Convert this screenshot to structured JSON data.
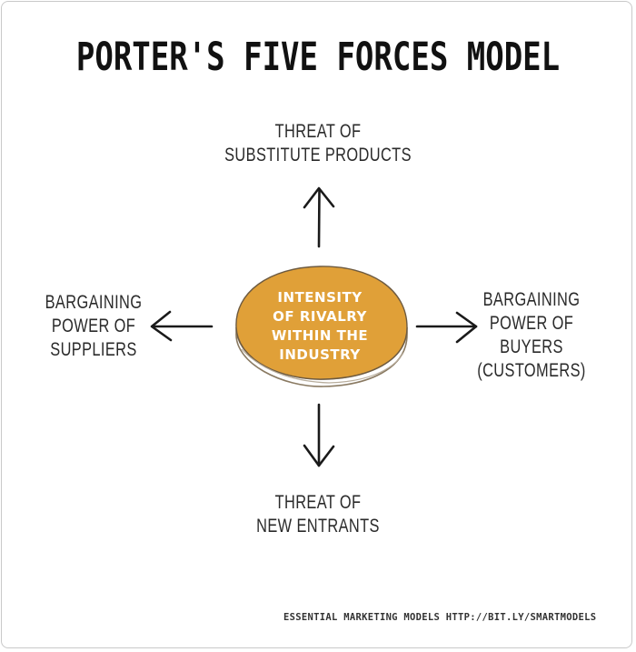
{
  "title": "PORTER'S FIVE FORCES MODEL",
  "center": {
    "lines": [
      "INTENSITY",
      "OF RIVALRY",
      "WITHIN THE",
      "INDUSTRY"
    ],
    "fill_color": "#E0A038",
    "edge_color": "#8a7a62"
  },
  "forces": {
    "top": {
      "lines": [
        "THREAT OF",
        "SUBSTITUTE PRODUCTS"
      ],
      "arrow": "up"
    },
    "left": {
      "lines": [
        "BARGAINING",
        "POWER OF",
        "SUPPLIERS"
      ],
      "arrow": "left"
    },
    "right": {
      "lines": [
        "BARGAINING",
        "POWER OF",
        "BUYERS",
        "(CUSTOMERS)"
      ],
      "arrow": "right"
    },
    "bottom": {
      "lines": [
        "THREAT OF",
        "NEW ENTRANTS"
      ],
      "arrow": "down"
    }
  },
  "footer": "ESSENTIAL MARKETING MODELS HTTP://BIT.LY/SMARTMODELS",
  "colors": {
    "text": "#2a2a2a",
    "arrow": "#1a1a1a",
    "border": "#c9c9c9"
  }
}
